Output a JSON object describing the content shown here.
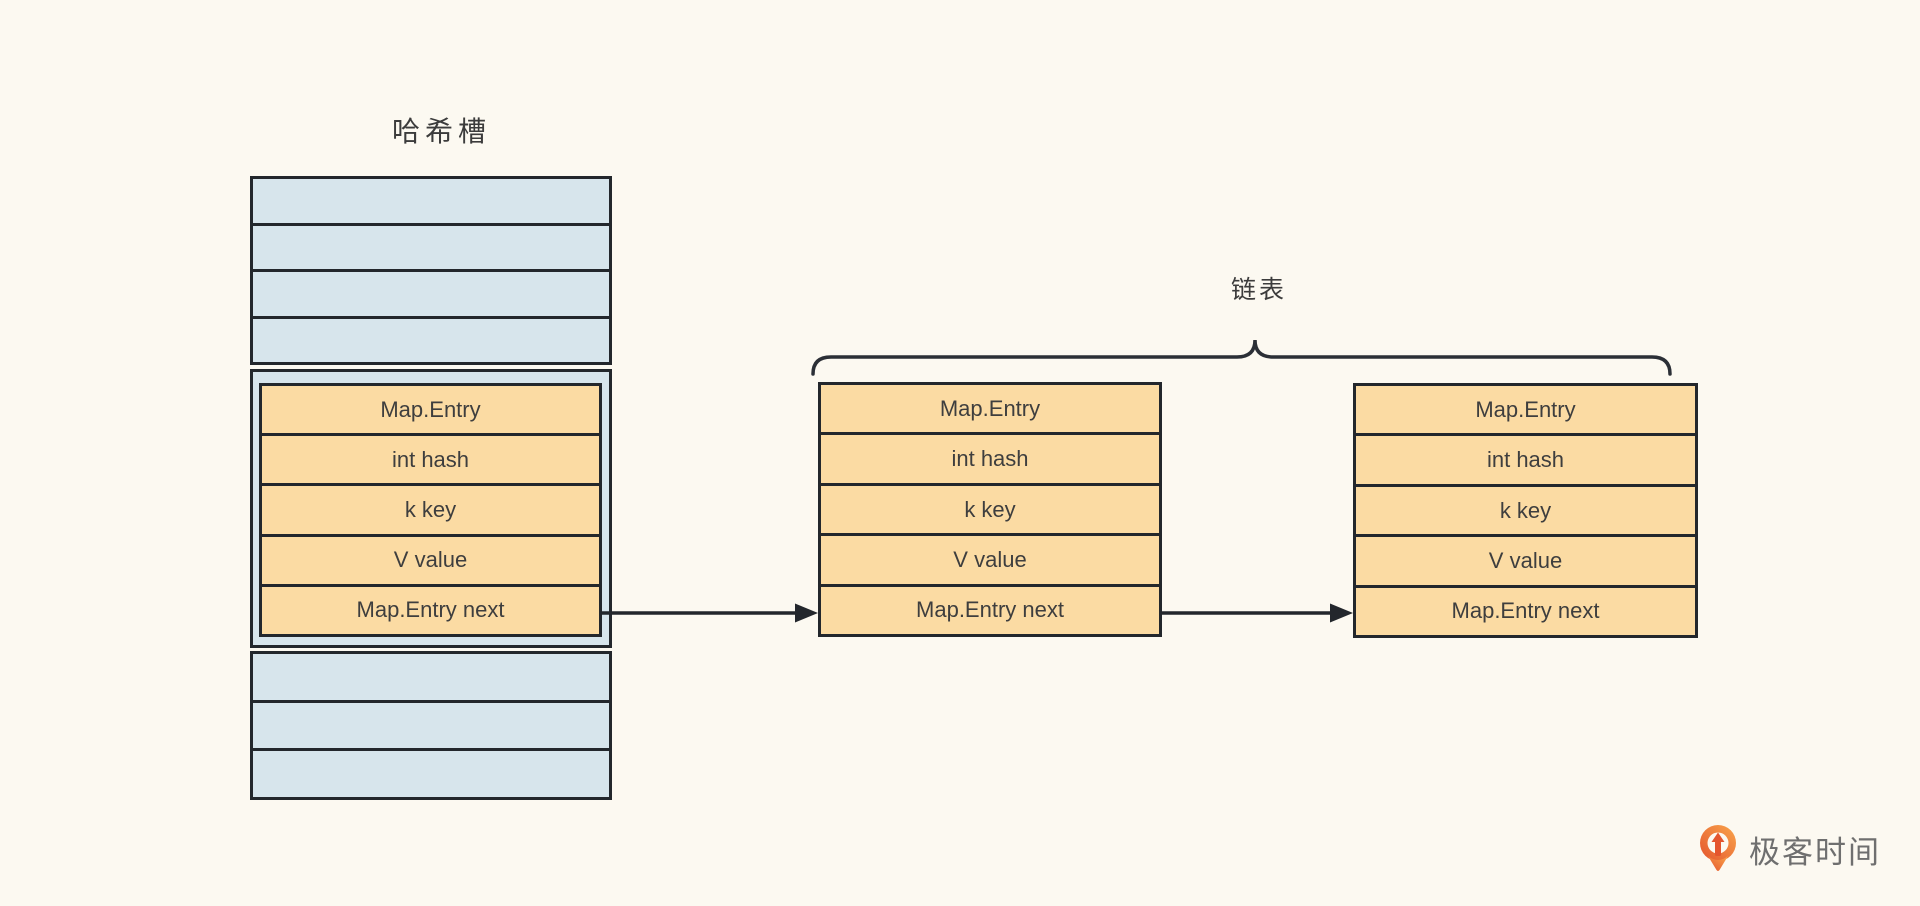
{
  "diagram": {
    "hash_table_title": "哈希槽",
    "linked_list_label": "链表",
    "hash_table": {
      "empty_slots_above": 4,
      "empty_slots_below": 3,
      "occupied_slot_entry": [
        "Map.Entry",
        "int hash",
        "k key",
        "V value",
        "Map.Entry next"
      ]
    },
    "entries": [
      {
        "id": "slot-entry",
        "fields": [
          "Map.Entry",
          "int hash",
          "k key",
          "V value",
          "Map.Entry next"
        ]
      },
      {
        "id": "list-node-1",
        "fields": [
          "Map.Entry",
          "int hash",
          "k key",
          "V value",
          "Map.Entry next"
        ]
      },
      {
        "id": "list-node-2",
        "fields": [
          "Map.Entry",
          "int hash",
          "k key",
          "V value",
          "Map.Entry next"
        ]
      }
    ],
    "arrows": [
      {
        "from": "slot-entry.next",
        "to": "list-node-1"
      },
      {
        "from": "list-node-1.next",
        "to": "list-node-2"
      }
    ],
    "colors": {
      "background": "#FCF9F1",
      "slot_fill": "#D7E5EC",
      "entry_fill": "#FBDBA3",
      "border": "#23272C",
      "text": "#3E3E3E",
      "logo_orange_dark": "#E4552E",
      "logo_orange_light": "#F9A54B",
      "logo_text_gray": "#6F6F6F"
    }
  },
  "logo": {
    "text": "极客时间"
  }
}
